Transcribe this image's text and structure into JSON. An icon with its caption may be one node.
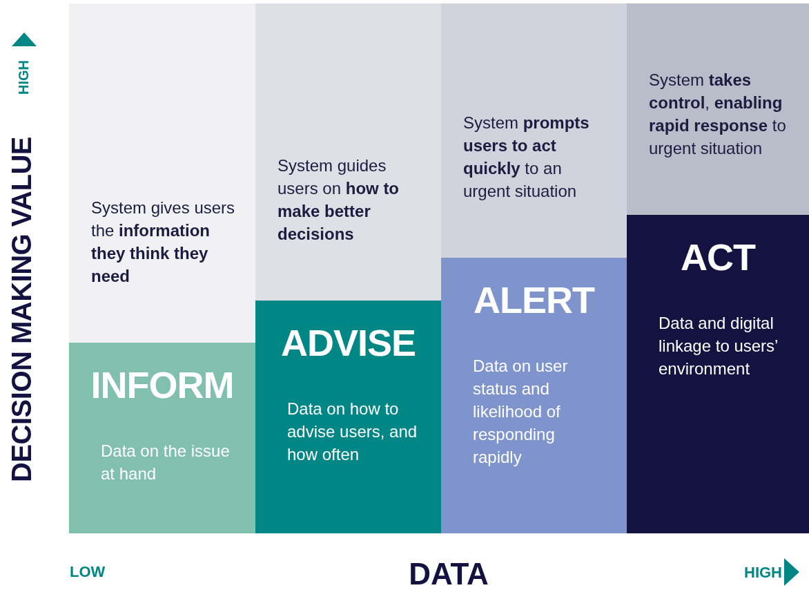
{
  "diagram": {
    "nodes": [
      {
        "text": [
          "System gives users the **information they think they need**"
        ]
      },
      {
        "text": [
          "INFORM",
          "Data on the issue at hand"
        ]
      },
      {
        "text": [
          "System guides users on **how to make better decisions**"
        ]
      },
      {
        "text": [
          "ADVISE",
          "Data on how to advise users, and how often"
        ]
      },
      {
        "text": [
          "System **prompts users to act quickly** to an urgent situation"
        ]
      },
      {
        "text": [
          "ALERT",
          "Data on user status and likelihood of responding rapidly"
        ]
      },
      {
        "text": [
          "System **takes control**, **enabling rapid response** to urgent situation"
        ]
      },
      {
        "text": [
          "ACT",
          "Data and digital linkage to users’ environment"
        ]
      }
    ],
    "edges": [],
    "labels": [
      "HIGH",
      "DECISION MAKING VALUE",
      "LOW",
      "DATA",
      "HIGH"
    ]
  }
}
